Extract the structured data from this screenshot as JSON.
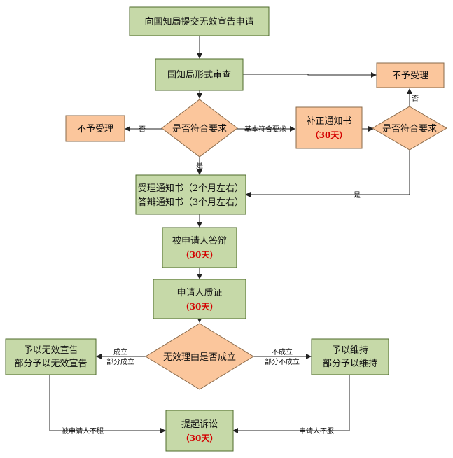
{
  "nodes": {
    "submit": "向国知局提交无效宣告申请",
    "formal_review": "国知局形式审查",
    "reject_right": "不予受理",
    "reject_left": "不予受理",
    "check1": "是否符合要求",
    "correction": "补正通知书",
    "correction_days": "（30天）",
    "check2": "是否符合要求",
    "notice_line1": "受理通知书（2个月左右）",
    "notice_line2": "答辩通知书（3个月左右）",
    "respond": "被申请人答辩",
    "respond_days": "（30天）",
    "crossexam": "申请人质证",
    "crossexam_days": "（30天）",
    "decision": "无效理由是否成立",
    "invalid_line1": "予以无效宣告",
    "invalid_line2": "部分予以无效宣告",
    "maintain_line1": "予以维持",
    "maintain_line2": "部分予以维持",
    "lawsuit": "提起诉讼",
    "lawsuit_days": "（30天）"
  },
  "edges": {
    "no_left": "否",
    "basic": "基本符合要求",
    "yes_down": "是",
    "no_up": "否",
    "yes_right": "是",
    "valid_1": "成立",
    "valid_2": "部分成立",
    "invalid_1": "不成立",
    "invalid_2": "部分不成立",
    "respondent_unsatisfied": "被申请人不服",
    "applicant_unsatisfied": "申请人不服"
  }
}
